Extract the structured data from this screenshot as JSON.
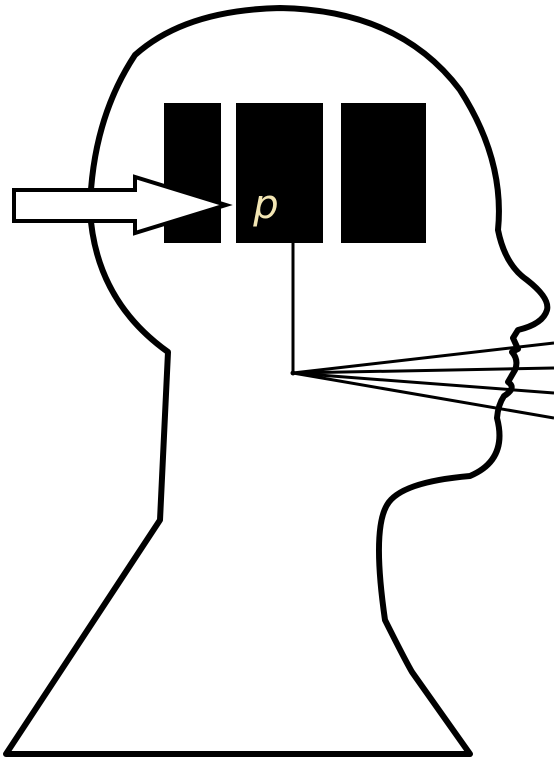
{
  "diagram": {
    "symbol_label": "p",
    "colors": {
      "background": "#ffffff",
      "outline": "#000000",
      "block_fill": "#000000",
      "symbol_color": "#f3e6b4",
      "arrow_fill": "#ffffff"
    },
    "elements": {
      "head": "head-profile-outline",
      "blocks": [
        "memory-block-left",
        "memory-block-middle",
        "memory-block-right"
      ],
      "input": "input-arrow",
      "output": "speech-lines"
    }
  }
}
